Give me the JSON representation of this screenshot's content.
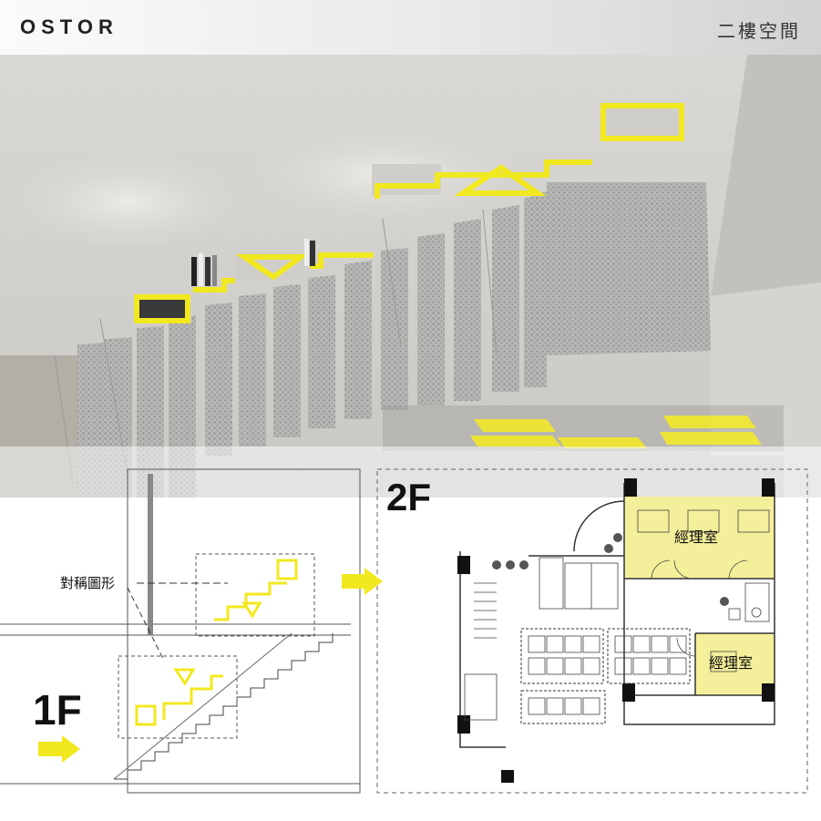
{
  "header": {
    "brand": "OSTOR",
    "section_title": "二樓空間"
  },
  "plan": {
    "upper_floor_label": "2F",
    "lower_floor_label": "1F",
    "symmetry_annotation": "對稱圖形",
    "room_label_a": "經理室",
    "room_label_b": "經理室"
  },
  "colors": {
    "accent_yellow": "#f2e81f",
    "room_fill": "#f4ef9a",
    "wall": "#cfcfcb",
    "stair_mesh": "#a9a9a7"
  },
  "icons": [
    "arrow-right-icon"
  ]
}
